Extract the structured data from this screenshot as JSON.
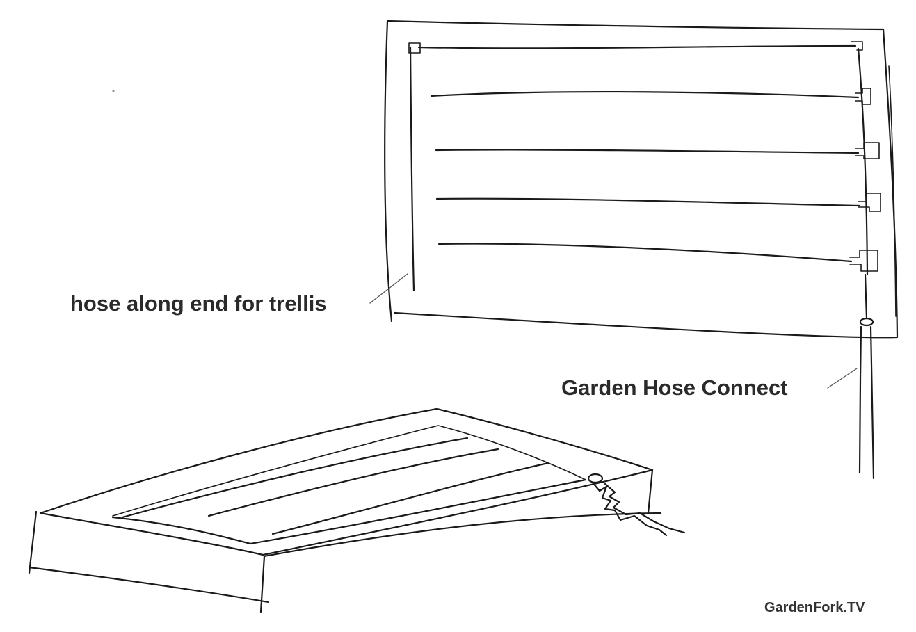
{
  "labels": {
    "trellis_note": "hose along end for trellis",
    "hose_connect": "Garden Hose Connect",
    "credit": "GardenFork.TV"
  }
}
